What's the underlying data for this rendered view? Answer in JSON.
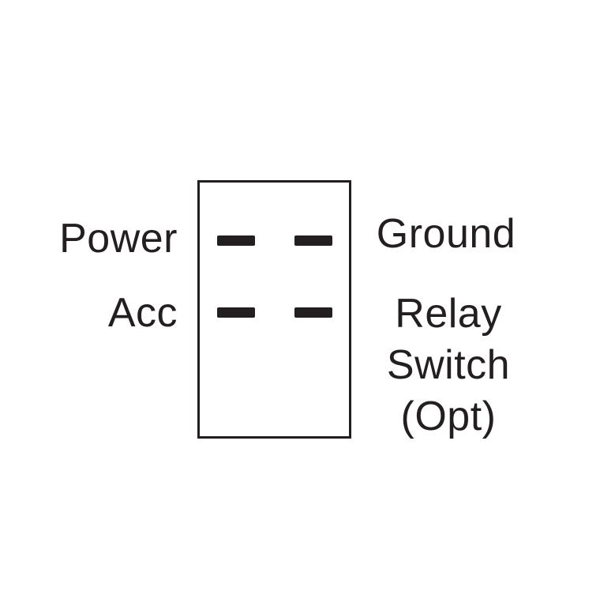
{
  "colors": {
    "ink": "#231f20",
    "background": "#ffffff"
  },
  "diagram": {
    "left_labels": {
      "power": "Power",
      "acc": "Acc"
    },
    "right_labels": {
      "ground": "Ground",
      "relay": [
        "Relay",
        "Switch",
        "(Opt)"
      ]
    },
    "terminals": {
      "shape": "horizontal-bar",
      "count": 4,
      "positions": [
        "power",
        "ground",
        "acc",
        "relay-switch"
      ]
    }
  }
}
